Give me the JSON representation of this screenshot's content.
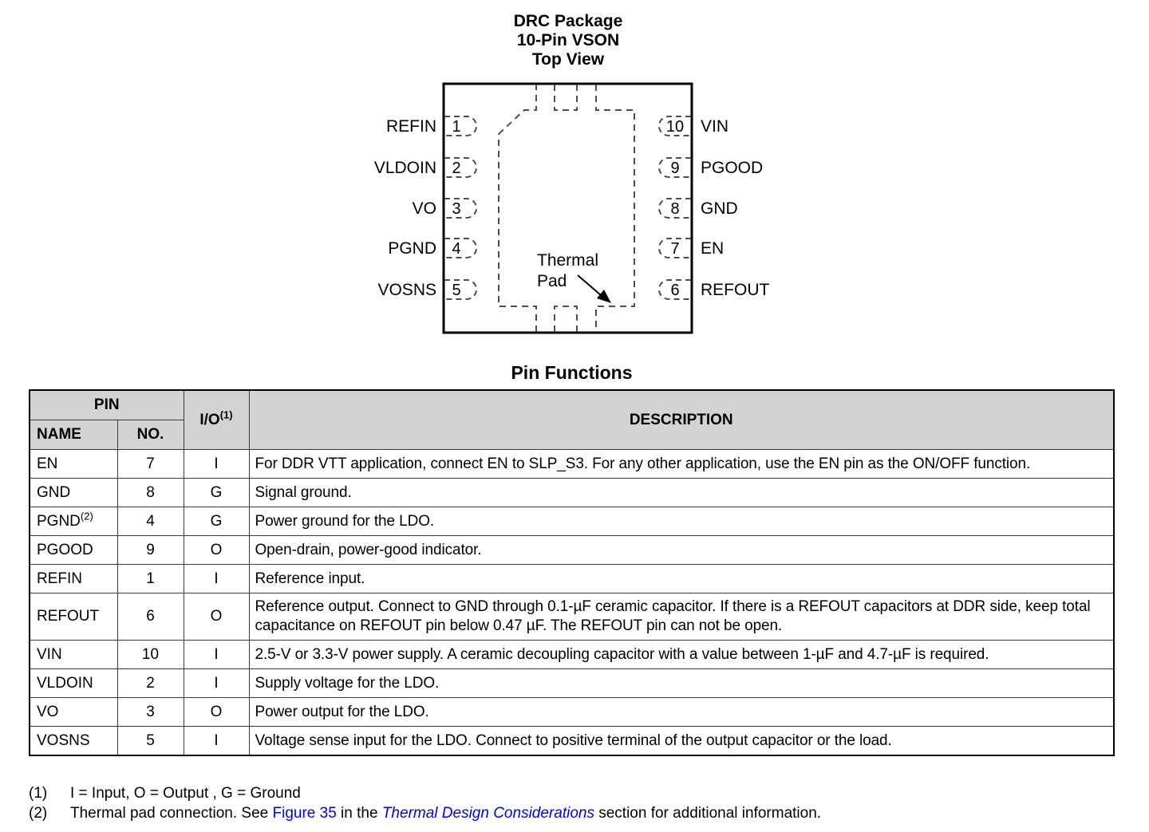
{
  "diagram": {
    "title_lines": [
      "DRC Package",
      "10-Pin VSON",
      "Top View"
    ],
    "thermal_pad_label": {
      "line1": "Thermal",
      "line2": "Pad"
    },
    "left_pins": [
      {
        "num": "1",
        "name": "REFIN"
      },
      {
        "num": "2",
        "name": "VLDOIN"
      },
      {
        "num": "3",
        "name": "VO"
      },
      {
        "num": "4",
        "name": "PGND"
      },
      {
        "num": "5",
        "name": "VOSNS"
      }
    ],
    "right_pins": [
      {
        "num": "10",
        "name": "VIN"
      },
      {
        "num": "9",
        "name": "PGOOD"
      },
      {
        "num": "8",
        "name": "GND"
      },
      {
        "num": "7",
        "name": "EN"
      },
      {
        "num": "6",
        "name": "REFOUT"
      }
    ]
  },
  "table": {
    "title": "Pin Functions",
    "headers": {
      "pin_group": "PIN",
      "name": "NAME",
      "no": "NO.",
      "io": "I/O",
      "io_sup": "(1)",
      "description": "DESCRIPTION"
    },
    "rows": [
      {
        "name": "EN",
        "no": "7",
        "io": "I",
        "description": "For DDR VTT application, connect EN to SLP_S3. For any other application, use the EN pin as the ON/OFF function."
      },
      {
        "name": "GND",
        "no": "8",
        "io": "G",
        "description": "Signal ground."
      },
      {
        "name": "PGND",
        "sup": "(2)",
        "no": "4",
        "io": "G",
        "description": "Power ground for the LDO."
      },
      {
        "name": "PGOOD",
        "no": "9",
        "io": "O",
        "description": "Open-drain, power-good indicator."
      },
      {
        "name": "REFIN",
        "no": "1",
        "io": "I",
        "description": "Reference input."
      },
      {
        "name": "REFOUT",
        "no": "6",
        "io": "O",
        "description": "Reference output. Connect to GND through 0.1-µF ceramic capacitor. If there is a REFOUT capacitors at DDR side, keep total capacitance on REFOUT pin below 0.47 µF. The REFOUT pin can not be open."
      },
      {
        "name": "VIN",
        "no": "10",
        "io": "I",
        "description": "2.5-V or 3.3-V power supply. A ceramic decoupling capacitor with a value between 1-µF and 4.7-µF is required."
      },
      {
        "name": "VLDOIN",
        "no": "2",
        "io": "I",
        "description": "Supply voltage for the LDO."
      },
      {
        "name": "VO",
        "no": "3",
        "io": "O",
        "description": "Power output for the LDO."
      },
      {
        "name": "VOSNS",
        "no": "5",
        "io": "I",
        "description": "Voltage sense input for the LDO. Connect to positive terminal of the output capacitor or the load."
      }
    ]
  },
  "footnotes": {
    "fn1": {
      "marker": "(1)",
      "text": "I = Input, O = Output , G = Ground"
    },
    "fn2": {
      "marker": "(2)",
      "pre": "Thermal pad connection. See ",
      "link1": "Figure 35",
      "mid": " in the ",
      "link2": "Thermal Design Considerations",
      "post": " section for additional information."
    }
  },
  "colors": {
    "link": "#0000ee",
    "header_bg": "#d3d3d3"
  }
}
